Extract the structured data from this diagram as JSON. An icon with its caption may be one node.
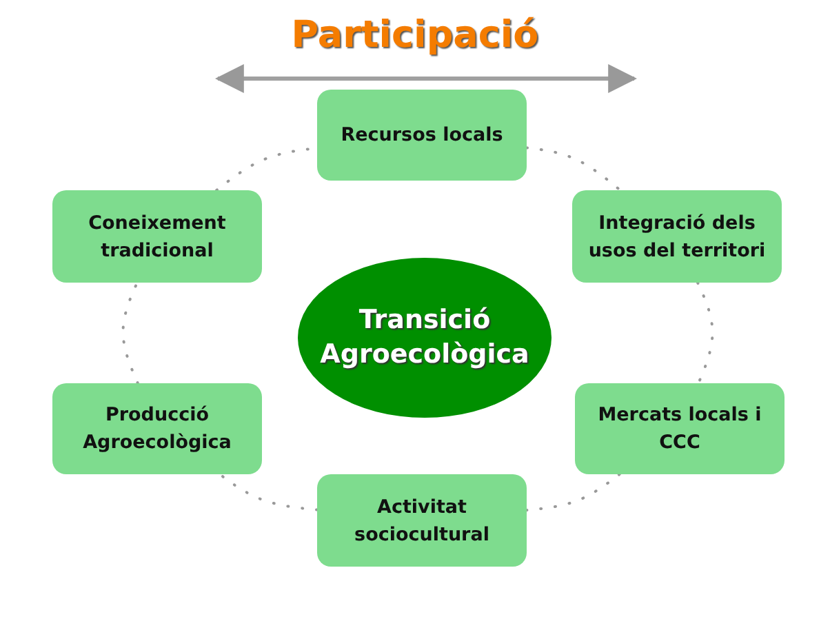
{
  "diagram": {
    "title": "Participació",
    "nodes": [
      {
        "text": [
          "Recursos locals"
        ]
      },
      {
        "text": [
          "Coneixement tradicional"
        ]
      },
      {
        "text": [
          "Integració dels usos del territori"
        ]
      },
      {
        "text": [
          "Transició Agroecològica"
        ]
      },
      {
        "text": [
          "Producció Agroecològica"
        ]
      },
      {
        "text": [
          "Mercats locals i CCC"
        ]
      },
      {
        "text": [
          "Activitat sociocultural"
        ]
      }
    ],
    "edges": [
      {
        "from": 0,
        "to": 2,
        "arrow": "none",
        "style": "dashed"
      },
      {
        "from": 2,
        "to": 5,
        "arrow": "none",
        "style": "dashed"
      },
      {
        "from": 5,
        "to": 6,
        "arrow": "none",
        "style": "dashed"
      },
      {
        "from": 6,
        "to": 4,
        "arrow": "none",
        "style": "dashed"
      },
      {
        "from": 4,
        "to": 1,
        "arrow": "none",
        "style": "dashed"
      },
      {
        "from": 1,
        "to": 0,
        "arrow": "none",
        "style": "dashed"
      }
    ]
  }
}
